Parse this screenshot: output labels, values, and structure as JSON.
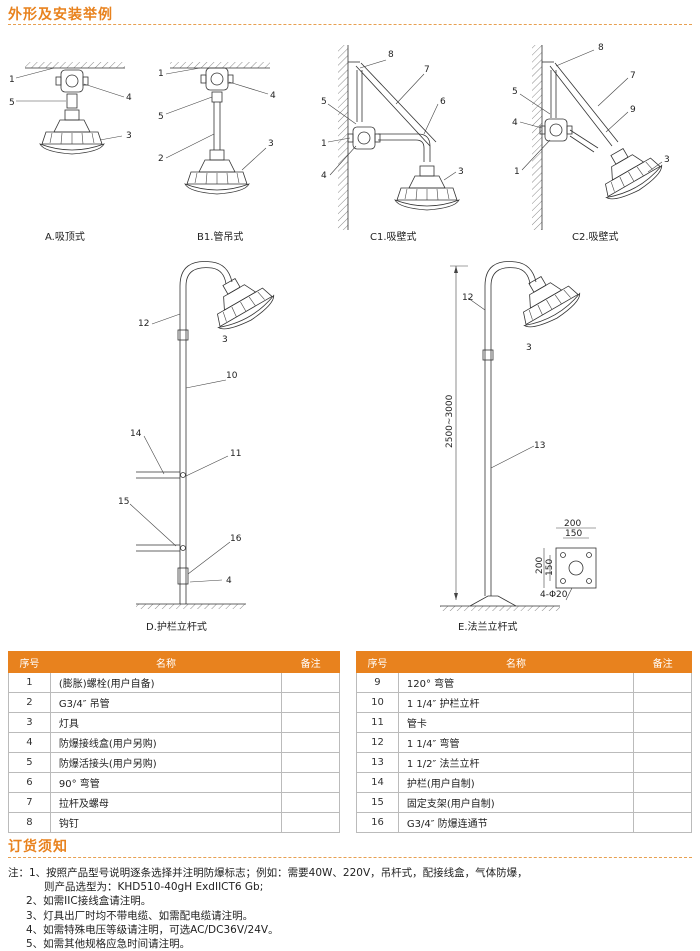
{
  "sections": {
    "install_title": "外形及安装举例",
    "order_title": "订货须知"
  },
  "captions": {
    "a": "A.吸顶式",
    "b1": "B1.管吊式",
    "c1": "C1.吸壁式",
    "c2": "C2.吸壁式",
    "d": "D.护栏立杆式",
    "e": "E.法兰立杆式"
  },
  "dimensions": {
    "height": "2500~3000",
    "flange_w1": "200",
    "flange_w2": "150",
    "flange_h1": "200",
    "flange_h2": "150",
    "holes": "4-Φ20"
  },
  "callouts": {
    "n1": "1",
    "n2": "2",
    "n3": "3",
    "n4": "4",
    "n5": "5",
    "n6": "6",
    "n7": "7",
    "n8": "8",
    "n9": "9",
    "n10": "10",
    "n11": "11",
    "n12": "12",
    "n13": "13",
    "n14": "14",
    "n15": "15",
    "n16": "16"
  },
  "table": {
    "headers": {
      "no": "序号",
      "name": "名称",
      "remark": "备注"
    },
    "left": [
      {
        "no": "1",
        "name": "(膨胀)螺栓(用户自备)"
      },
      {
        "no": "2",
        "name": "G3/4″ 吊管"
      },
      {
        "no": "3",
        "name": "灯具"
      },
      {
        "no": "4",
        "name": "防爆接线盒(用户另购)"
      },
      {
        "no": "5",
        "name": "防爆活接头(用户另购)"
      },
      {
        "no": "6",
        "name": "90° 弯管"
      },
      {
        "no": "7",
        "name": "拉杆及螺母"
      },
      {
        "no": "8",
        "name": "钩钉"
      }
    ],
    "right": [
      {
        "no": "9",
        "name": "120° 弯管"
      },
      {
        "no": "10",
        "name": "1 1/4″ 护栏立杆"
      },
      {
        "no": "11",
        "name": "管卡"
      },
      {
        "no": "12",
        "name": "1 1/4″ 弯管"
      },
      {
        "no": "13",
        "name": "1 1/2″ 法兰立杆"
      },
      {
        "no": "14",
        "name": "护栏(用户自制)"
      },
      {
        "no": "15",
        "name": "固定支架(用户自制)"
      },
      {
        "no": "16",
        "name": "G3/4″ 防爆连通节"
      }
    ]
  },
  "notes": [
    "注：1、按照产品型号说明逐条选择并注明防爆标志；例如：需要40W、220V，吊杆式，配接线盒，气体防爆，",
    "则产品选型为：KHD510-40gH ExdIICT6 Gb;",
    "2、如需IIC接线盒请注明。",
    "3、灯具出厂时均不带电缆、如需配电缆请注明。",
    "4、如需特殊电压等级请注明，可选AC/DC36V/24V。",
    "5、如需其他规格应急时间请注明。"
  ]
}
